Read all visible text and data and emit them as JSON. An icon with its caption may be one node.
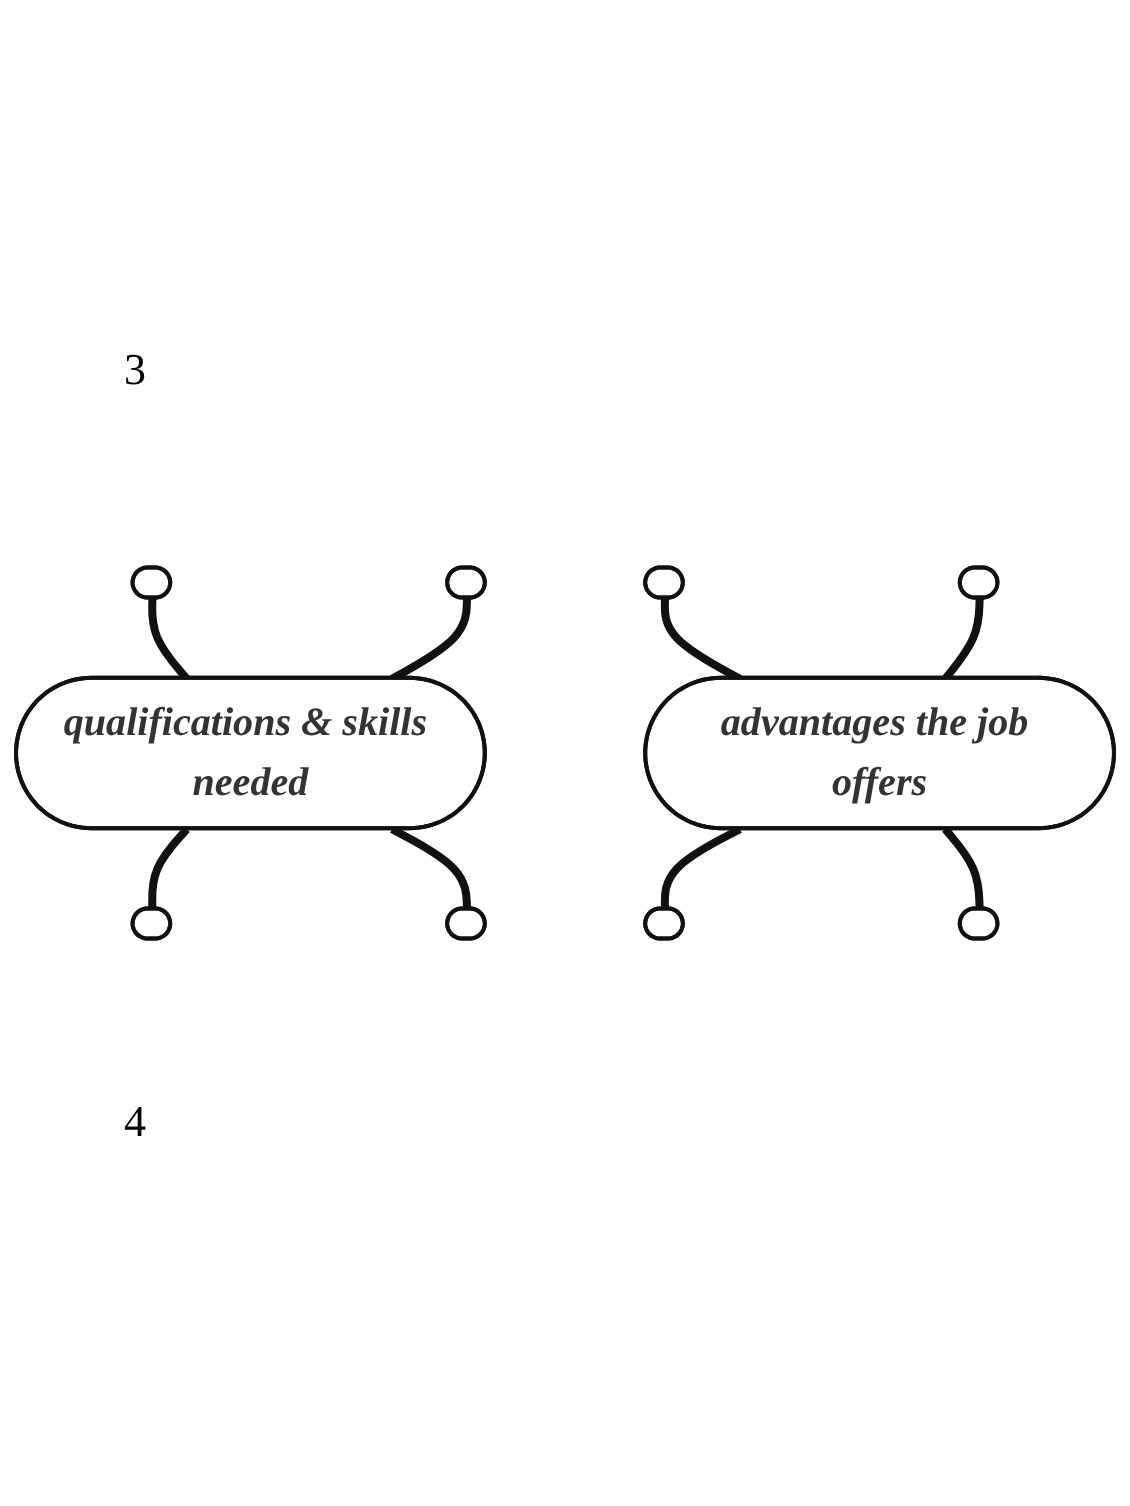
{
  "diagram": {
    "nodes": [
      {
        "text": [],
        "shape": "ellipse"
      },
      {
        "text": [],
        "shape": "ellipse"
      },
      {
        "text": [
          "qualifications & skills needed"
        ]
      },
      {
        "text": [],
        "shape": "ellipse"
      },
      {
        "text": [],
        "shape": "ellipse"
      },
      {
        "text": [],
        "shape": "ellipse"
      },
      {
        "text": [],
        "shape": "ellipse"
      },
      {
        "text": [
          "advantages the job offers"
        ]
      },
      {
        "text": [],
        "shape": "ellipse"
      },
      {
        "text": [],
        "shape": "ellipse"
      }
    ],
    "edges": [
      {
        "from": 0,
        "to": 2,
        "arrow": "none"
      },
      {
        "from": 1,
        "to": 2,
        "arrow": "none"
      },
      {
        "from": 2,
        "to": 3,
        "arrow": "none"
      },
      {
        "from": 2,
        "to": 4,
        "arrow": "none"
      },
      {
        "from": 5,
        "to": 7,
        "arrow": "none"
      },
      {
        "from": 6,
        "to": 7,
        "arrow": "none"
      },
      {
        "from": 7,
        "to": 8,
        "arrow": "none"
      },
      {
        "from": 7,
        "to": 9,
        "arrow": "none"
      }
    ],
    "labels": [
      "3",
      "4"
    ]
  }
}
